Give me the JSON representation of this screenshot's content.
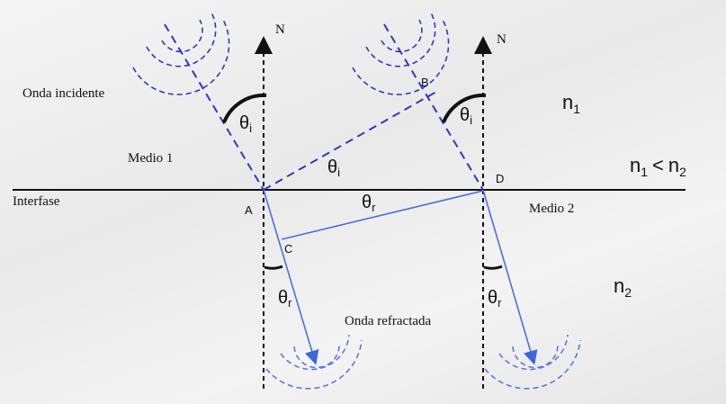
{
  "labels": {
    "normal_1": "N",
    "normal_2": "N",
    "incident_wave": "Onda incidente",
    "refracted_wave": "Onda refractada",
    "medium_1": "Medio 1",
    "medium_2": "Medio 2",
    "interface": "Interfase",
    "point_a": "A",
    "point_b": "B",
    "point_c": "C",
    "point_d": "D",
    "n1": "n",
    "n1_sub": "1",
    "n2": "n",
    "n2_sub": "2",
    "relation_n1": "n",
    "relation_n1_sub": "1",
    "relation_lt": "<",
    "relation_n2": "n",
    "relation_n2_sub": "2",
    "theta": "θ",
    "sub_i": "i",
    "sub_r": "r"
  },
  "colors": {
    "ray": "#3333cc",
    "refracted": "#4a6fe0",
    "normal": "#111111"
  }
}
